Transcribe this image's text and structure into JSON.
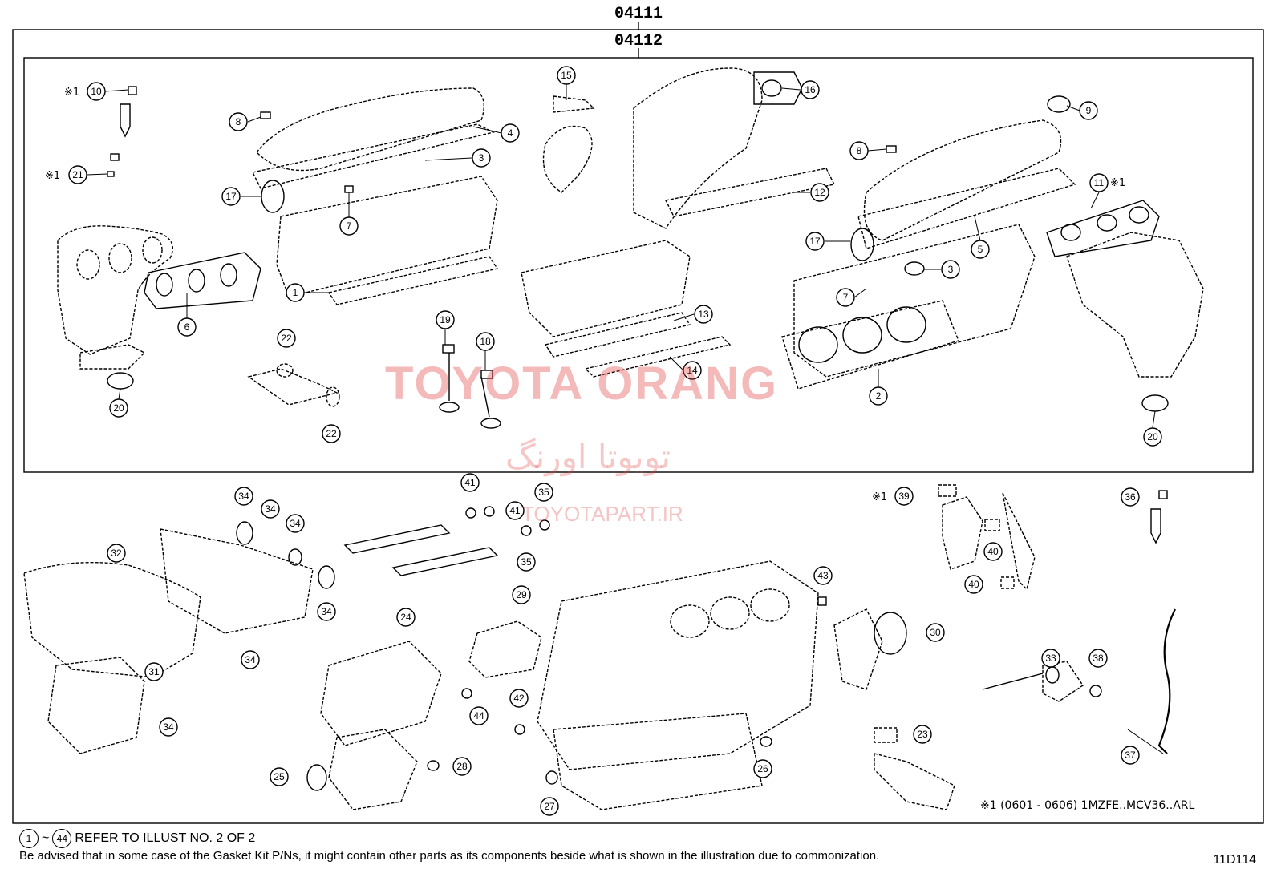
{
  "header": {
    "kit_code_outer": "04111",
    "kit_code_inner": "04112"
  },
  "watermark": {
    "brand_en": "TOYOTA ORANG",
    "brand_fa": "تویوتا اورنگ",
    "url": "TOYOTAPART.IR"
  },
  "note_symbol": "※1",
  "applicability_note": "※1 (0601 - 0606) 1MZFE..MCV36..ARL",
  "footer": {
    "ref_from": "1",
    "ref_to": "44",
    "ref_text": "REFER TO ILLUST NO. 2 OF 2",
    "disclaimer": "Be advised that in some case of the Gasket Kit P/Ns,  it might contain other parts as its components beside what is shown in the illustration due to commonization."
  },
  "diagram_id": "11D114",
  "callouts": [
    {
      "n": "10"
    },
    {
      "n": "21"
    },
    {
      "n": "8"
    },
    {
      "n": "4"
    },
    {
      "n": "3"
    },
    {
      "n": "17"
    },
    {
      "n": "7"
    },
    {
      "n": "1"
    },
    {
      "n": "6"
    },
    {
      "n": "20"
    },
    {
      "n": "22"
    },
    {
      "n": "22"
    },
    {
      "n": "15"
    },
    {
      "n": "16"
    },
    {
      "n": "12"
    },
    {
      "n": "19"
    },
    {
      "n": "18"
    },
    {
      "n": "13"
    },
    {
      "n": "14"
    },
    {
      "n": "9"
    },
    {
      "n": "8"
    },
    {
      "n": "11"
    },
    {
      "n": "5"
    },
    {
      "n": "17"
    },
    {
      "n": "3"
    },
    {
      "n": "7"
    },
    {
      "n": "2"
    },
    {
      "n": "20"
    },
    {
      "n": "34"
    },
    {
      "n": "34"
    },
    {
      "n": "34"
    },
    {
      "n": "34"
    },
    {
      "n": "34"
    },
    {
      "n": "34"
    },
    {
      "n": "32"
    },
    {
      "n": "31"
    },
    {
      "n": "25"
    },
    {
      "n": "28"
    },
    {
      "n": "24"
    },
    {
      "n": "29"
    },
    {
      "n": "44"
    },
    {
      "n": "42"
    },
    {
      "n": "27"
    },
    {
      "n": "41"
    },
    {
      "n": "41"
    },
    {
      "n": "35"
    },
    {
      "n": "35"
    },
    {
      "n": "43"
    },
    {
      "n": "30"
    },
    {
      "n": "26"
    },
    {
      "n": "23"
    },
    {
      "n": "39"
    },
    {
      "n": "40"
    },
    {
      "n": "40"
    },
    {
      "n": "36"
    },
    {
      "n": "33"
    },
    {
      "n": "38"
    },
    {
      "n": "37"
    }
  ]
}
